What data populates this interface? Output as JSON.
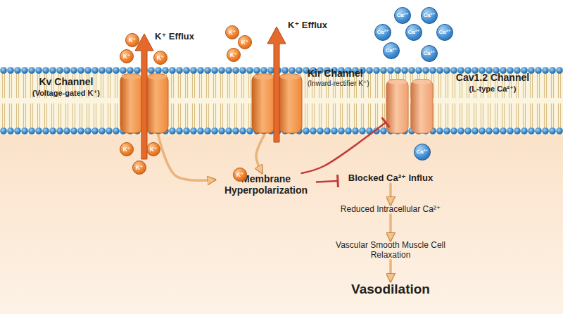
{
  "diagram": {
    "nodes": [
      {
        "text": [
          "Kv Channel",
          "(Voltage-gated K⁺)"
        ]
      },
      {
        "text": [
          "Kir Channel",
          "(Inward-rectifier K⁺)"
        ]
      },
      {
        "text": [
          "Cav1.2 Channel",
          "(L-type Ca²⁺)"
        ]
      },
      {
        "text": [
          "Membrane Hyperpolarization"
        ]
      },
      {
        "text": [
          "Blocked Ca²⁺ Influx"
        ]
      },
      {
        "text": [
          "Reduced Intracellular Ca²⁺"
        ]
      },
      {
        "text": [
          "Vascular Smooth Muscle Cell Relaxation"
        ]
      },
      {
        "text": [
          "Vasodilation"
        ]
      },
      {
        "text": [
          "K⁺"
        ]
      },
      {
        "text": [
          "K⁺"
        ]
      },
      {
        "text": [
          "K⁺"
        ]
      },
      {
        "text": [
          "K⁺"
        ]
      },
      {
        "text": [
          "K⁺"
        ]
      },
      {
        "text": [
          "K⁺"
        ]
      },
      {
        "text": [
          "K⁺"
        ]
      },
      {
        "text": [
          "K⁺"
        ]
      },
      {
        "text": [
          "K⁺"
        ]
      },
      {
        "text": [
          "K⁺"
        ]
      },
      {
        "text": [
          "Ca²⁺"
        ]
      },
      {
        "text": [
          "Ca²⁺"
        ]
      },
      {
        "text": [
          "Ca²⁺"
        ]
      },
      {
        "text": [
          "Ca²⁺"
        ]
      },
      {
        "text": [
          "Ca²⁺"
        ]
      },
      {
        "text": [
          "Ca²⁺"
        ]
      },
      {
        "text": [
          "Ca²⁺"
        ]
      },
      {
        "text": [
          "Ca²⁺"
        ]
      }
    ],
    "edges": [
      {
        "from": 0,
        "to": 3,
        "arrow": "to"
      },
      {
        "from": 1,
        "to": 3,
        "arrow": "to"
      },
      {
        "from": 3,
        "to": 2,
        "arrow": "to"
      },
      {
        "from": 3,
        "to": 4,
        "arrow": "to"
      },
      {
        "from": 4,
        "to": 5,
        "arrow": "to"
      },
      {
        "from": 5,
        "to": 6,
        "arrow": "to"
      },
      {
        "from": 6,
        "to": 7,
        "arrow": "to"
      }
    ],
    "labels": [
      "K⁺ Efflux",
      "K⁺ Efflux"
    ]
  }
}
